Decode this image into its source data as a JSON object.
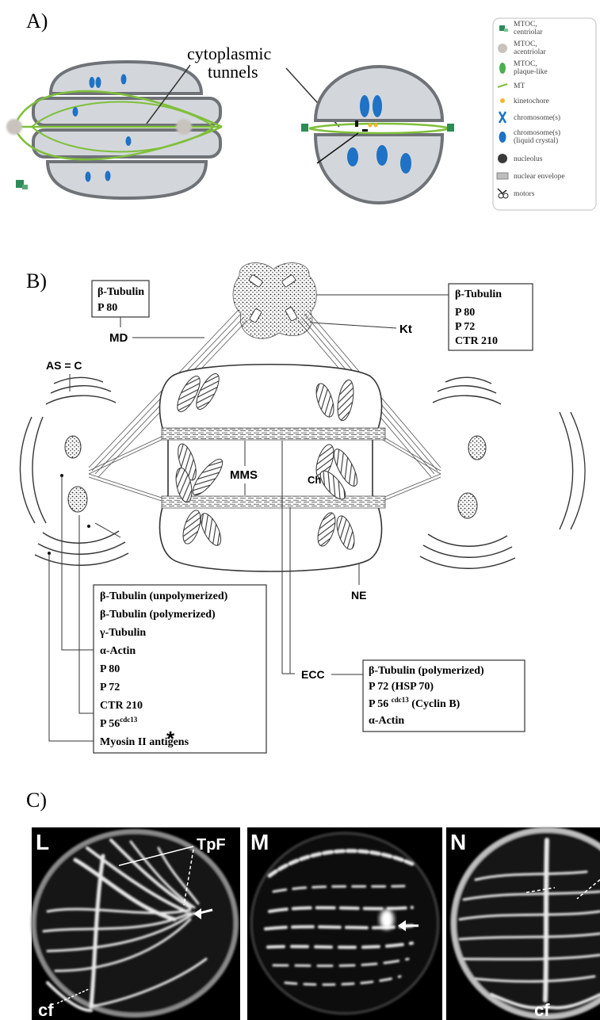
{
  "panel_a": {
    "label": "A)",
    "callout": [
      "cytoplasmic",
      "tunnels"
    ],
    "legend": [
      {
        "icon": "mtoc-centriolar-icon",
        "lines": [
          "MTOC,",
          "centriolar"
        ]
      },
      {
        "icon": "mtoc-acentriolar-icon",
        "lines": [
          "MTOC,",
          "acentriolar"
        ]
      },
      {
        "icon": "mtoc-plaque-like-icon",
        "lines": [
          "MTOC,",
          "plaque-like"
        ]
      },
      {
        "icon": "microtubule-icon",
        "lines": [
          "MT"
        ]
      },
      {
        "icon": "kinetochore-icon",
        "lines": [
          "kinetochore"
        ]
      },
      {
        "icon": "chromosome-icon",
        "lines": [
          "chromosome(s)"
        ]
      },
      {
        "icon": "chromosome-liquid-crystal-icon",
        "lines": [
          "chromosome(s)",
          "(liquid crystal)"
        ]
      },
      {
        "icon": "nucleolus-icon",
        "lines": [
          "nucleolus"
        ]
      },
      {
        "icon": "nuclear-envelope-icon",
        "lines": [
          "nuclear envelope"
        ]
      },
      {
        "icon": "motors-icon",
        "lines": [
          "motors"
        ]
      }
    ],
    "colors": {
      "nucleus_fill": "#d3d7dc",
      "nucleus_stroke": "#6f7378",
      "chromosome": "#1f72c4",
      "mt": "#7fbf3a",
      "centriolar": "#2e8b57",
      "acentriolar": "#c9c3bd",
      "kinetochore": "#f2b632"
    }
  },
  "panel_b": {
    "label": "B)",
    "box_md": [
      "β-Tubulin",
      "P 80"
    ],
    "box_kt": [
      "β-Tubulin",
      "P 80",
      "P 72",
      "CTR 210"
    ],
    "box_as": [
      "β-Tubulin (unpolymerized)",
      "β-Tubulin (polymerized)",
      "γ-Tubulin",
      "α-Actin",
      "P 80",
      "P 72",
      "CTR 210",
      "P 56",
      "Myosin II antigens"
    ],
    "box_as_sup": "cdc13",
    "box_as_star": "*",
    "box_ecc": [
      "β-Tubulin (polymerized)",
      "P 72 (HSP 70)",
      "P 56",
      "(Cyclin B)",
      "α-Actin"
    ],
    "box_ecc_sup": "cdc13",
    "labels": {
      "md": "MD",
      "kt": "Kt",
      "as": "AS = C",
      "mms": "MMS",
      "ch": "Ch",
      "ne": "NE",
      "ecc": "ECC"
    }
  },
  "panel_c": {
    "label": "C)",
    "micrographs": [
      {
        "letter": "L",
        "marks": [
          "TpF",
          "cf"
        ]
      },
      {
        "letter": "M",
        "marks": []
      },
      {
        "letter": "N",
        "marks": [
          "cf"
        ]
      }
    ]
  }
}
